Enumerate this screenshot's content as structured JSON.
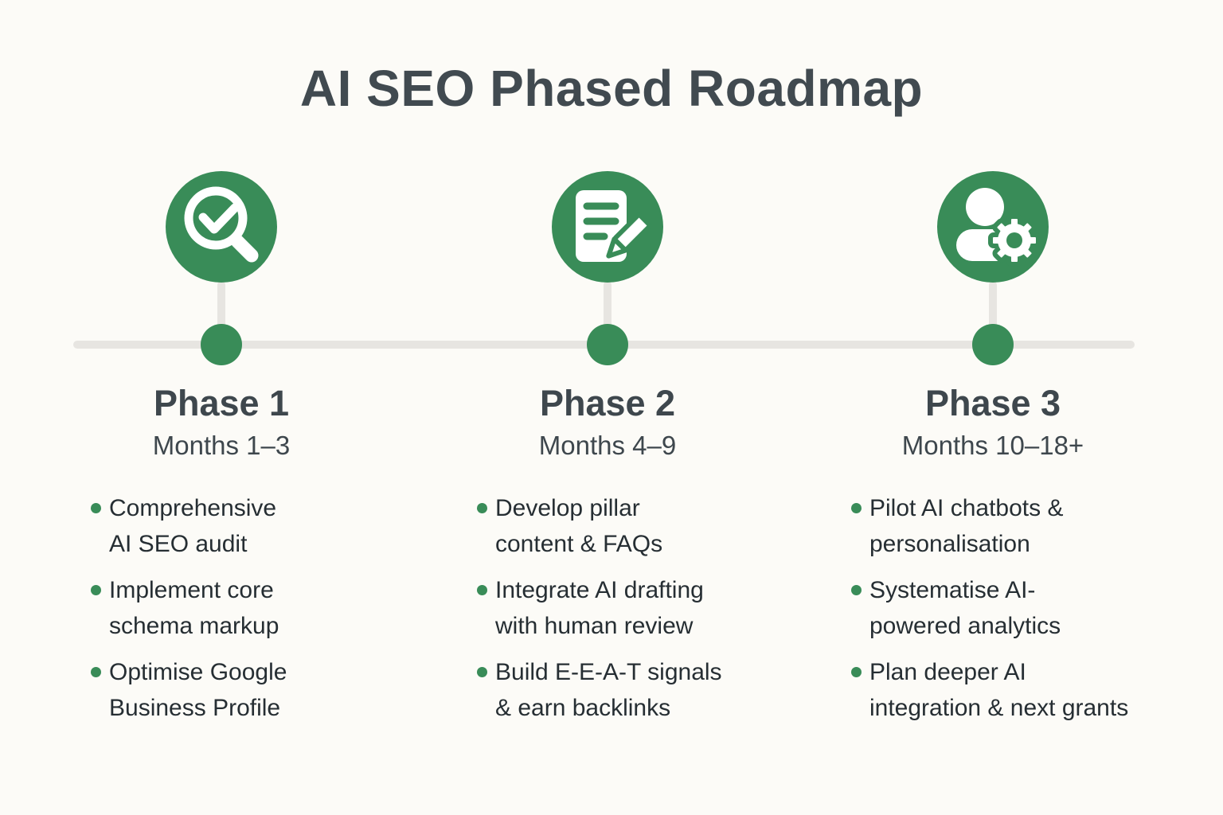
{
  "title": "AI SEO Phased Roadmap",
  "colors": {
    "accent_green": "#398c58",
    "line_gray": "#e7e5e1",
    "heading_text": "#3e474d",
    "body_text": "#262e33",
    "background": "#fcfbf7"
  },
  "phases": [
    {
      "icon": "search-check-icon",
      "name": "Phase 1",
      "months": "Months 1–3",
      "items": [
        "Comprehensive\nAI SEO audit",
        "Implement core\nschema markup",
        "Optimise Google\nBusiness Profile"
      ]
    },
    {
      "icon": "document-pencil-icon",
      "name": "Phase 2",
      "months": "Months 4–9",
      "items": [
        "Develop pillar\ncontent & FAQs",
        "Integrate AI drafting\nwith human review",
        "Build E-E-A-T signals\n& earn backlinks"
      ]
    },
    {
      "icon": "user-gear-icon",
      "name": "Phase 3",
      "months": "Months 10–18+",
      "items": [
        "Pilot AI chatbots &\npersonalisation",
        "Systematise AI-\npowered analytics",
        "Plan deeper AI\nintegration & next grants"
      ]
    }
  ]
}
